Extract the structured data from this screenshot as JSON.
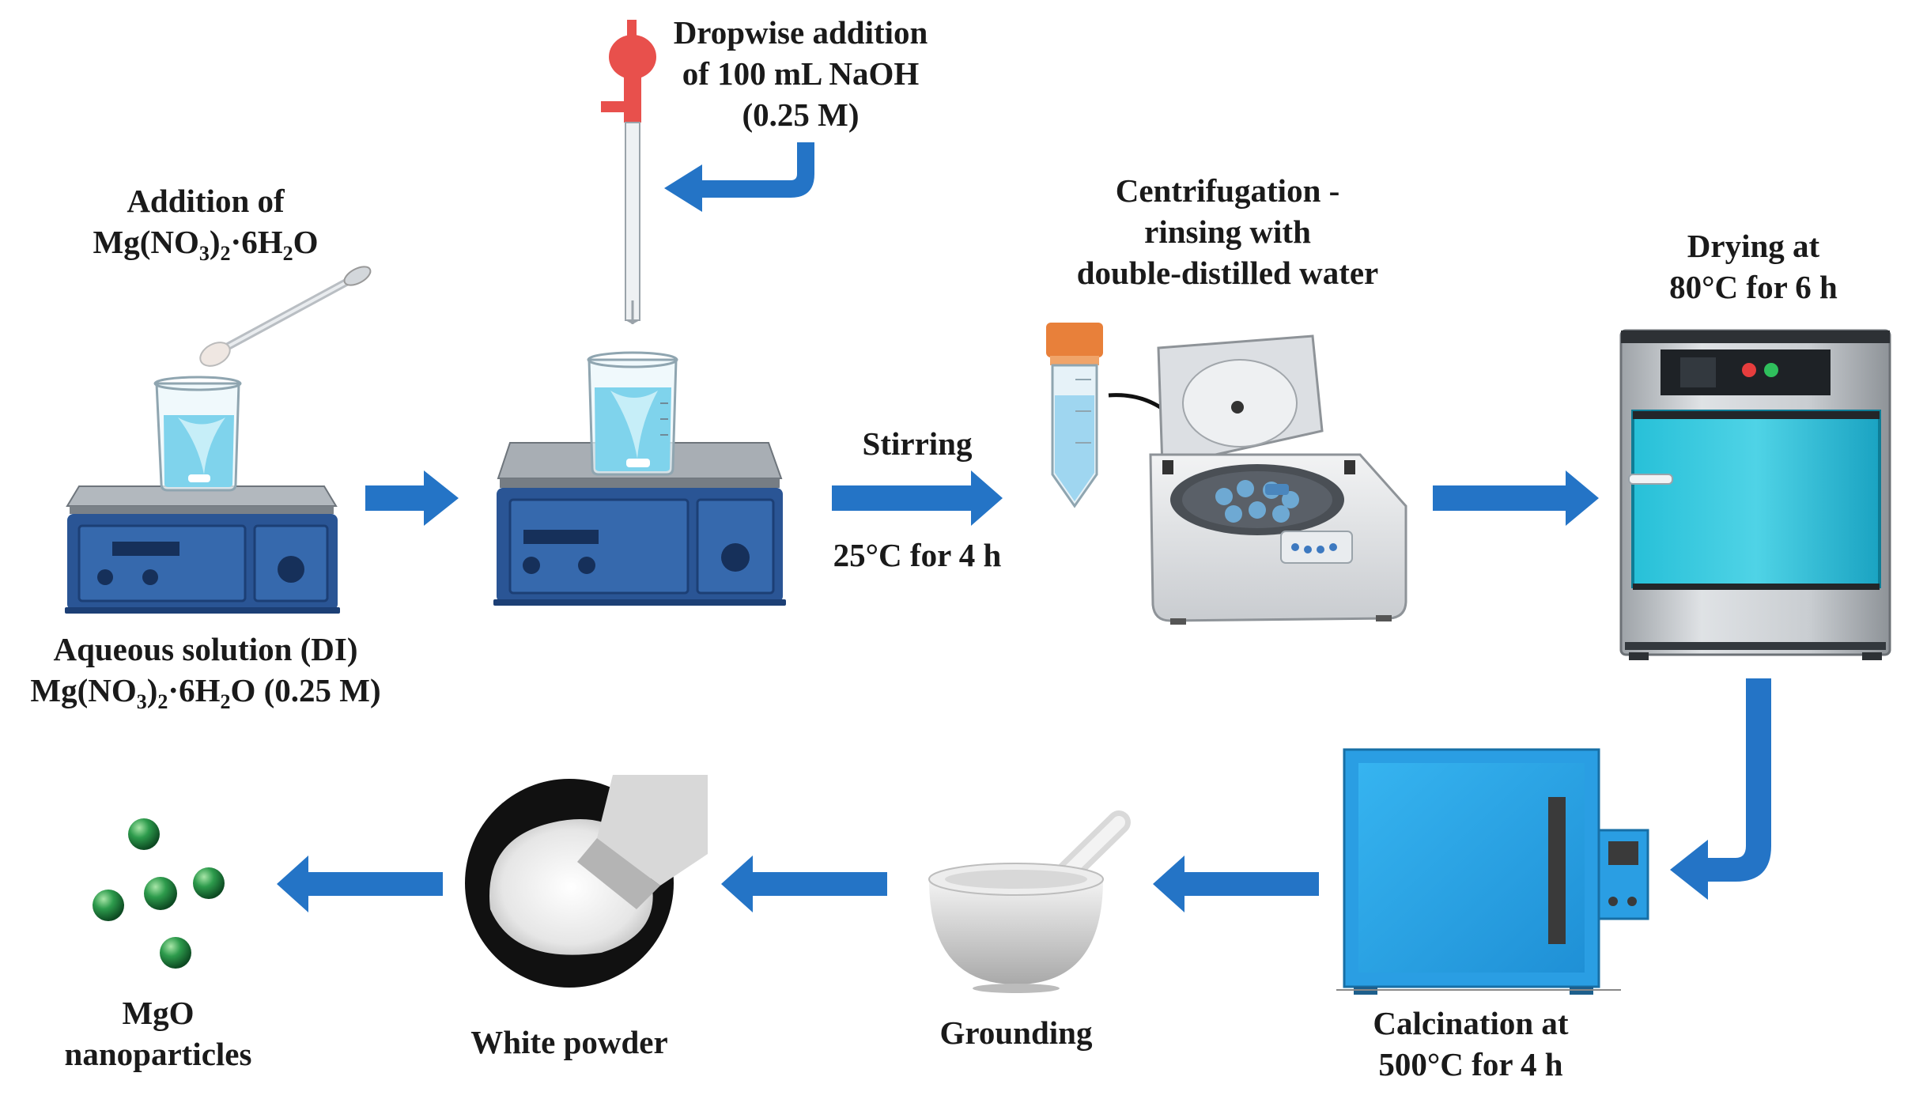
{
  "labels": {
    "addition": {
      "line1": "Addition of",
      "line2": "Mg(NO",
      "sub1": "3",
      "mid": ")",
      "sub2": "2",
      "tail": "·6H",
      "sub3": "2",
      "end": "O"
    },
    "aqueous": {
      "line1": "Aqueous solution (DI)",
      "pre": "Mg(NO",
      "sub1": "3",
      "mid": ")",
      "sub2": "2",
      "tail": "·6H",
      "sub3": "2",
      "end": "O (0.25 M)"
    },
    "dropwise": {
      "line1": "Dropwise addition",
      "line2": "of 100 mL NaOH",
      "line3": "(0.25 M)"
    },
    "stirring": {
      "top": "Stirring",
      "bottom": "25°C for 4 h"
    },
    "centrifugation": {
      "line1": "Centrifugation -",
      "line2": "rinsing with",
      "line3": "double-distilled water"
    },
    "drying": {
      "line1": "Drying at",
      "line2": "80°C for 6 h"
    },
    "calcination": {
      "line1": "Calcination at",
      "line2": "500°C for 4 h"
    },
    "grounding": {
      "line1": "Grounding"
    },
    "white_powder": {
      "line1": "White powder"
    },
    "mgo": {
      "line1": "MgO",
      "line2": "nanoparticles"
    }
  },
  "colors": {
    "arrow": "#2474c6",
    "hotplate": "#2a5595",
    "hotplate_top": "#a8aeb4",
    "beaker_liquid": "#7fd3ec",
    "oven_body": "#b9bdc1",
    "oven_door": "#1fb5cf",
    "furnace": "#29a6e6",
    "bulb": "#e8504c",
    "tube_cap": "#e8803a",
    "sphere": "#1f8a3f"
  }
}
